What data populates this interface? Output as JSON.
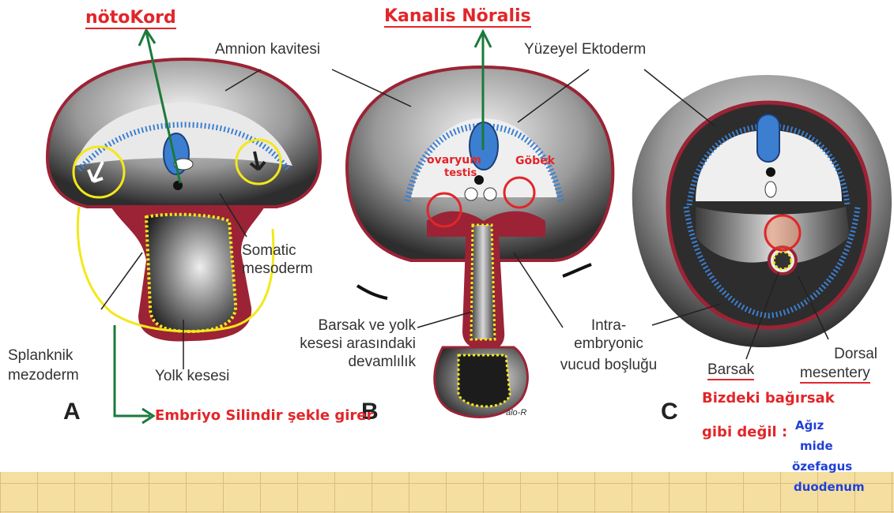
{
  "colors": {
    "red_ink": "#e1262a",
    "green_ink": "#1a7a3a",
    "blue_ink": "#1f3fd8",
    "yellow_ink": "#f3e81b",
    "membrane": "#9b2335",
    "neural": "#3c7fd1"
  },
  "annotations": {
    "notokord": "nötoKord",
    "kanalis_noralis": "Kanalis Nöralis",
    "ovaryum": "ovaryum",
    "testis": "testis",
    "gobek": "Göbek",
    "embriyo_silindir": "Embriyo Silindir şekle girer",
    "bizdeki_bagirsak": "Bizdeki bağırsak",
    "gibi_degil": "gibi değil :",
    "organs": [
      "Ağız",
      "mide",
      "özefagus",
      "duodenum"
    ]
  },
  "labels": {
    "amnion_kavitesi": "Amnion kavitesi",
    "yuzeyel_ektoderm": "Yüzeyel Ektoderm",
    "somatic_mesoderm_1": "Somatic",
    "somatic_mesoderm_2": "mesoderm",
    "barsak_yolk_1": "Barsak ve yolk",
    "barsak_yolk_2": "kesesi arasındaki",
    "barsak_yolk_3": "devamlılık",
    "intra_1": "Intra-",
    "intra_2": "embryonic",
    "intra_3": "vucud boşluğu",
    "splanknik_1": "Splanknik",
    "splanknik_2": "mezoderm",
    "yolk_kesesi": "Yolk kesesi",
    "barsak": "Barsak",
    "dorsal_1": "Dorsal",
    "dorsal_2": "mesentery",
    "panel_a": "A",
    "panel_b": "B",
    "panel_c": "C",
    "signature": "alo-R"
  }
}
